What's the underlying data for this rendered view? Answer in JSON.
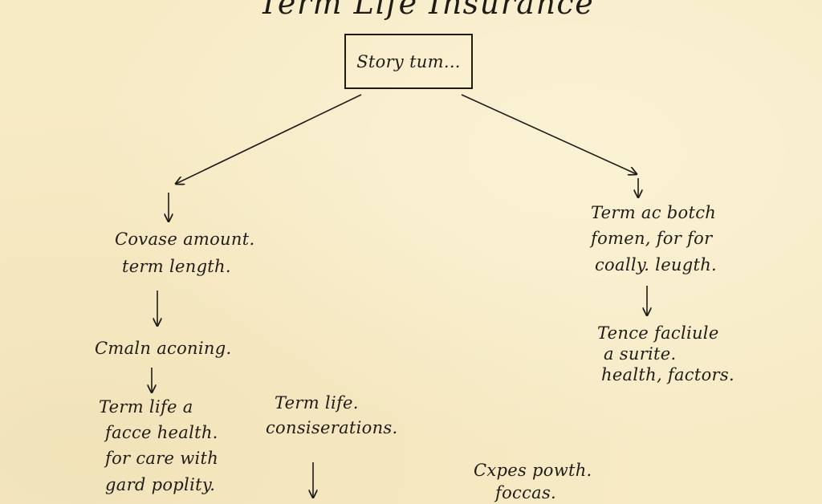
{
  "diagram": {
    "title": "Term Life Insurance",
    "root": "Story tum...",
    "left_branch": [
      [
        "Covase amount.",
        "term length."
      ],
      [
        "Cmaln aconing."
      ],
      [
        "Term life a",
        "facce health.",
        "for care with",
        "gard poplity."
      ]
    ],
    "middle_branch": [
      [
        "Term life.",
        "consiserations."
      ]
    ],
    "right_branch": [
      [
        "Term ac botch",
        "fomen, for for",
        "coally. leugth."
      ],
      [
        "Tence facliule",
        "a surite.",
        "health, factors."
      ]
    ],
    "bottom_note": [
      "Cxpes powth.",
      "foccas."
    ]
  }
}
